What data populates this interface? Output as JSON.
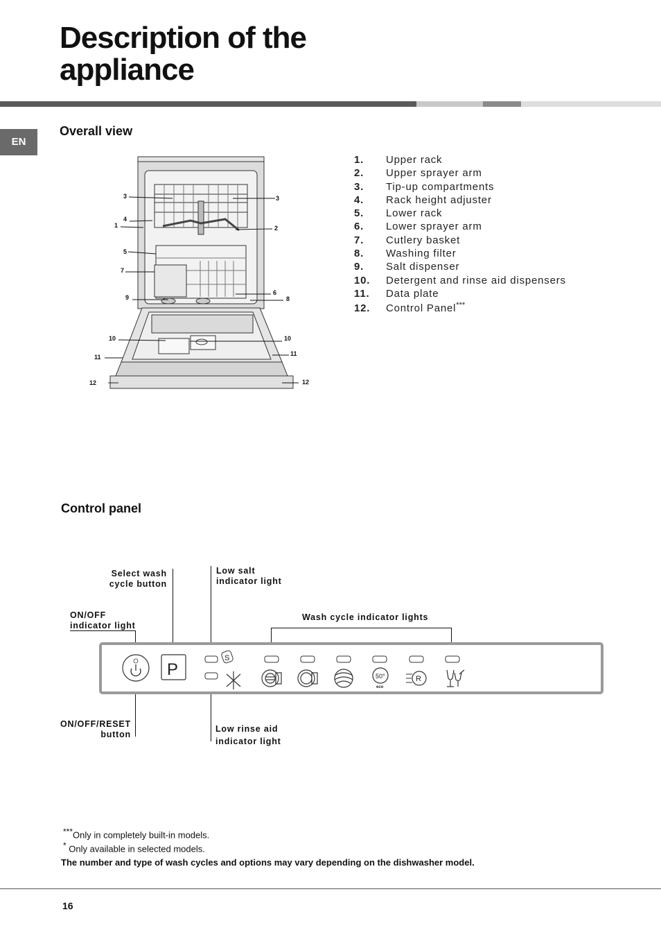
{
  "page": {
    "title": "Description of the\nappliance",
    "language_tab": "EN",
    "page_number": "16",
    "bar_colors": [
      "#5a5a5a",
      "#c8c8c8",
      "#8a8a8a",
      "#dedede"
    ]
  },
  "overall_view": {
    "heading": "Overall view",
    "callouts": [
      "1",
      "2",
      "3",
      "3",
      "4",
      "5",
      "6",
      "7",
      "8",
      "9",
      "10",
      "10",
      "11",
      "11",
      "12",
      "12"
    ],
    "parts": [
      {
        "num": "1.",
        "label": "Upper rack"
      },
      {
        "num": "2.",
        "label": "Upper sprayer arm"
      },
      {
        "num": "3.",
        "label": "Tip-up compartments"
      },
      {
        "num": "4.",
        "label": "Rack height adjuster"
      },
      {
        "num": "5.",
        "label": "Lower rack"
      },
      {
        "num": "6.",
        "label": "Lower sprayer arm"
      },
      {
        "num": "7.",
        "label": "Cutlery basket"
      },
      {
        "num": "8.",
        "label": "Washing filter"
      },
      {
        "num": "9.",
        "label": "Salt dispenser"
      },
      {
        "num": "10.",
        "label": "Detergent and rinse aid dispensers"
      },
      {
        "num": "11.",
        "label": "Data plate"
      },
      {
        "num": "12.",
        "label": "Control Panel",
        "sup": "***"
      }
    ]
  },
  "control_panel": {
    "heading": "Control panel",
    "labels": {
      "select_wash": "Select  wash\ncycle  button",
      "low_salt": "Low  salt\nindicator  light",
      "onoff_indicator": "ON/OFF\nindicator  light",
      "wash_cycle_lights": "Wash  cycle  indicator  lights",
      "onoff_reset": "ON/OFF/RESET\nbutton",
      "low_rinse": "Low  rinse  aid\nindicator  light"
    },
    "p_button": "P",
    "salt_letter": "S",
    "eco_temp": "50°",
    "eco_text": "eco",
    "rinse_letter": "R"
  },
  "footnotes": {
    "note1_mark": "***",
    "note1": "Only in completely built-in models.",
    "note2_mark": "*",
    "note2": "Only available in selected models.",
    "bold_note": "The number and type of wash cycles and options may vary depending on the dishwasher model."
  }
}
